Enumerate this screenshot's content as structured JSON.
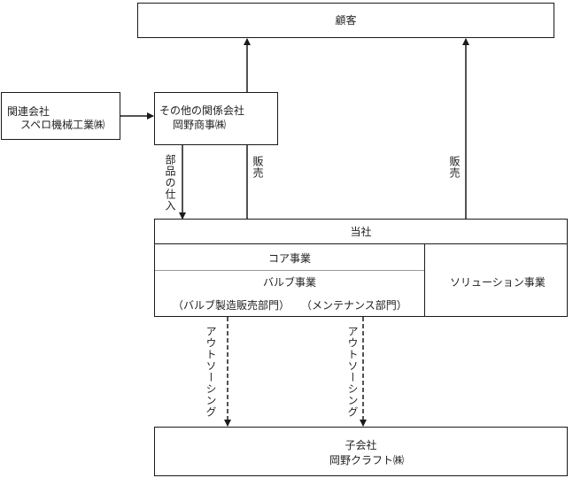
{
  "customer": {
    "label": "顧客"
  },
  "related_company": {
    "type": "関連会社",
    "name": "スペロ機械工業㈱"
  },
  "other_affiliate": {
    "type": "その他の関係会社",
    "name": "岡野商事㈱"
  },
  "labels": {
    "parts_purchase": "部品の仕入",
    "sales_left": "販売",
    "sales_right": "販売",
    "outsourcing_left": "アウトソーシング",
    "outsourcing_right": "アウトソーシング"
  },
  "our_company": {
    "title": "当社",
    "core_business": "コア事業",
    "valve_business": "バルブ事業",
    "valve_manufacturing": "（バルブ製造販売部門）",
    "maintenance": "（メンテナンス部門）",
    "solution_business": "ソリューション事業"
  },
  "subsidiary": {
    "type": "子会社",
    "name": "岡野クラフト㈱"
  }
}
